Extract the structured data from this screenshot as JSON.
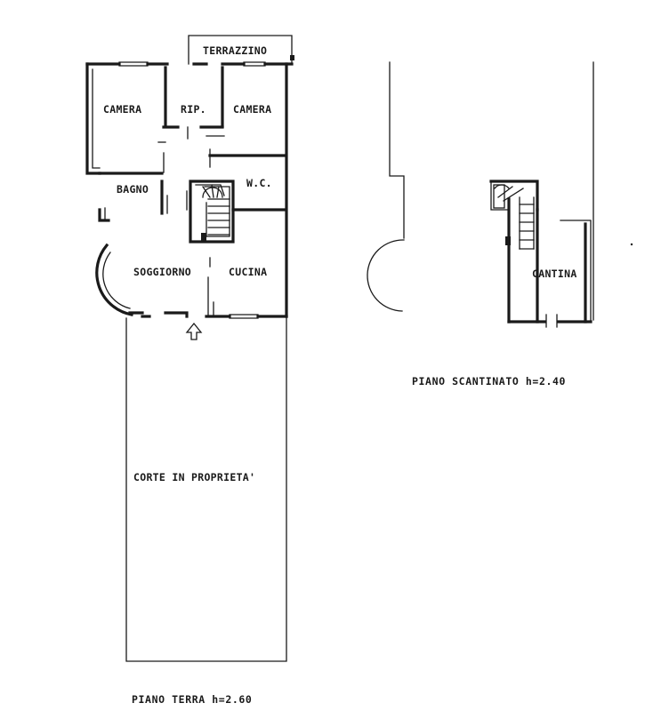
{
  "ground_floor": {
    "caption": "PIANO TERRA h=2.60",
    "rooms": {
      "terrazzino": "TERRAZZINO",
      "camera_left": "CAMERA",
      "rip": "RIP.",
      "camera_right": "CAMERA",
      "bagno": "BAGNO",
      "wc": "W.C.",
      "soggiorno": "SOGGIORNO",
      "cucina": "CUCINA",
      "corte": "CORTE IN PROPRIETA'"
    }
  },
  "basement": {
    "caption": "PIANO SCANTINATO h=2.40",
    "rooms": {
      "cantina": "CANTINA"
    }
  },
  "icons": {
    "entrance": "entrance-arrow-icon",
    "stair_ground": "staircase-icon",
    "stair_basement": "staircase-icon"
  }
}
